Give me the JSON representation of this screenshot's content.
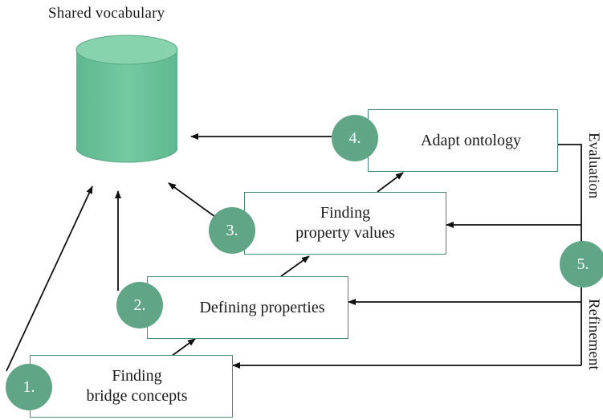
{
  "title": "Shared vocabulary",
  "steps": [
    {
      "num": "1.",
      "label": "Finding\nbridge concepts"
    },
    {
      "num": "2.",
      "label": "Defining properties"
    },
    {
      "num": "3.",
      "label": "Finding\nproperty values"
    },
    {
      "num": "4.",
      "label": "Adapt ontology"
    }
  ],
  "feedback": {
    "num": "5.",
    "evaluation": "Evaluation",
    "refinement": "Refinement"
  },
  "colors": {
    "cylinder": "#6cc39a",
    "circle": "#60a586",
    "box_border": "#4a8a70",
    "line": "#111111"
  }
}
